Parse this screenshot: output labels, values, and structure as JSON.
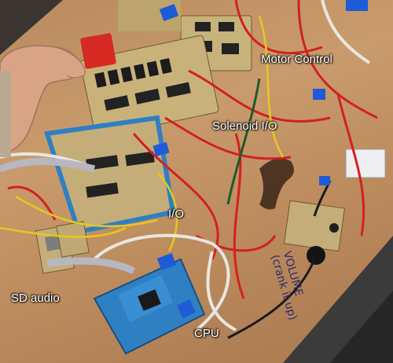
{
  "labels": {
    "motor_control": "Motor Control",
    "solenoid_io": "Solenoid I/O",
    "io": "I/O",
    "sd_audio": "SD audio",
    "cpu": "CPU"
  },
  "handwriting": {
    "volume_note": "VOLUME\n(crank it up)"
  },
  "colors": {
    "wood": "#c99b6c",
    "board_blue": "#2f7fc3",
    "board_green": "#c8b57a",
    "wire_red": "#d42020",
    "wire_yellow": "#e6c81e",
    "wire_white": "#e9e6e0",
    "wire_gray": "#b7b7c2",
    "clip_blue": "#1e5bd6",
    "label_text": "#ffffff"
  }
}
